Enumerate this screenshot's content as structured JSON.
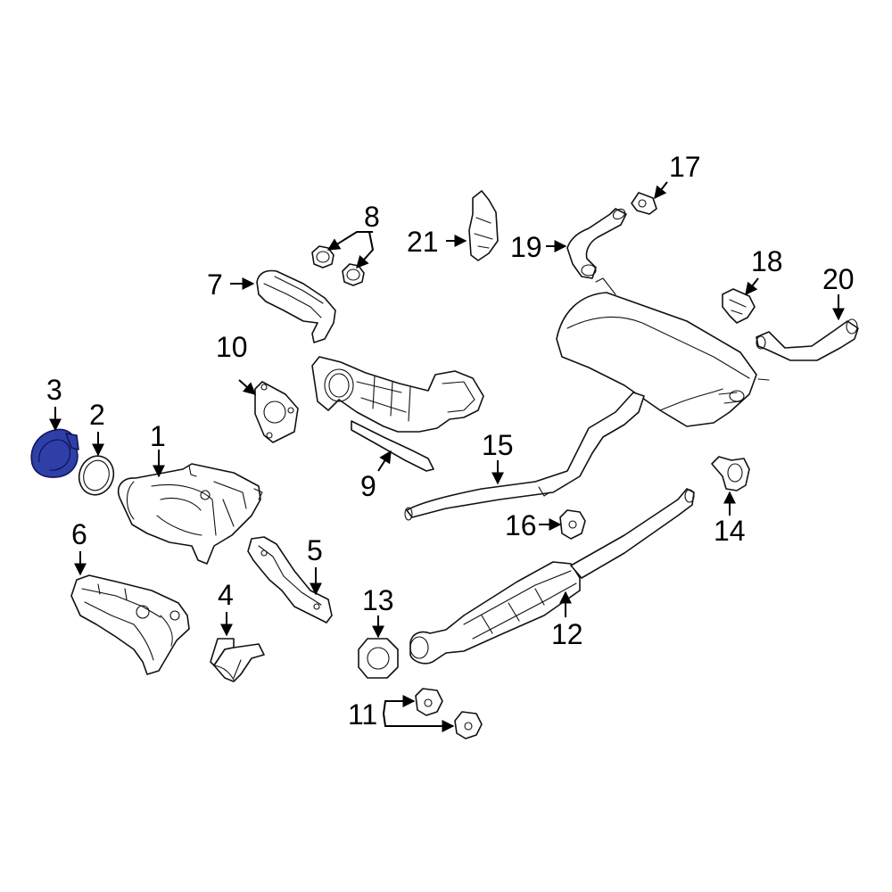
{
  "highlight_color": "#2f3fa8",
  "labels": {
    "p1": "1",
    "p2": "2",
    "p3": "3",
    "p4": "4",
    "p5": "5",
    "p6": "6",
    "p7": "7",
    "p8": "8",
    "p9": "9",
    "p10": "10",
    "p11": "11",
    "p12": "12",
    "p13": "13",
    "p14": "14",
    "p15": "15",
    "p16": "16",
    "p17": "17",
    "p18": "18",
    "p19": "19",
    "p20": "20",
    "p21": "21"
  },
  "highlighted_part": "3"
}
